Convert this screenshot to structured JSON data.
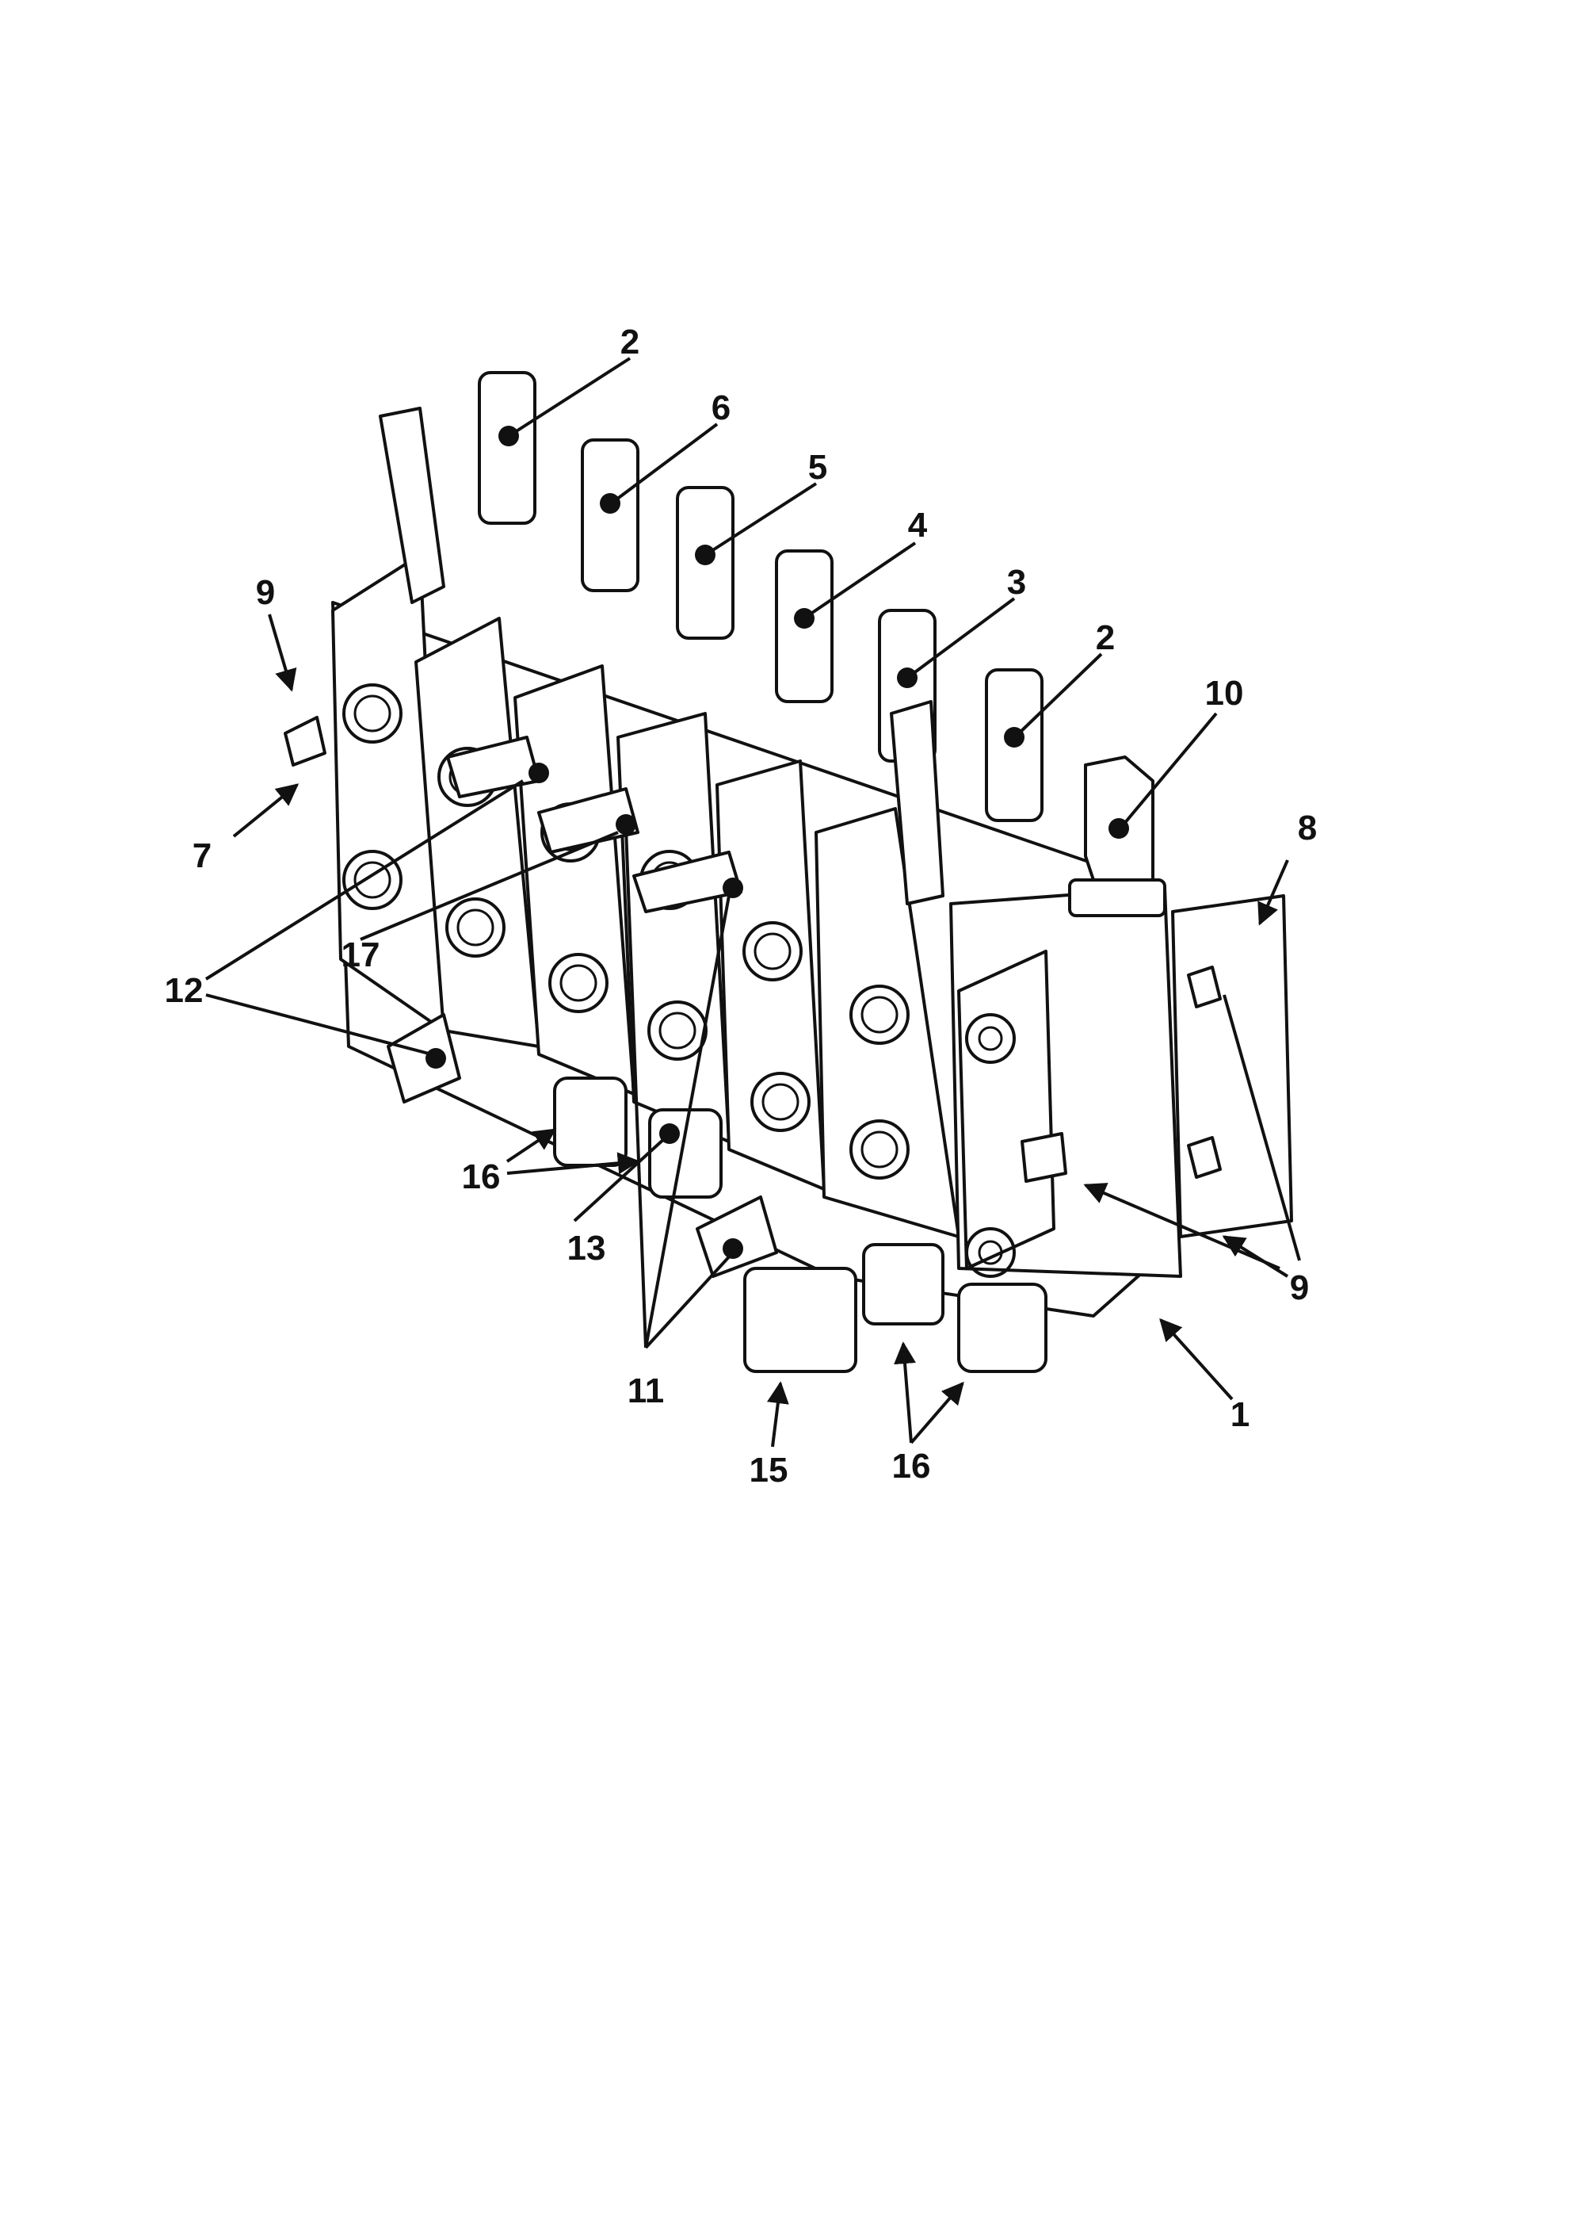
{
  "figure": {
    "subject": "hydraulic control valve assembly (exploded callout drawing)",
    "callouts": [
      {
        "id": "c2a",
        "label": "2"
      },
      {
        "id": "c6",
        "label": "6"
      },
      {
        "id": "c5",
        "label": "5"
      },
      {
        "id": "c4",
        "label": "4"
      },
      {
        "id": "c3",
        "label": "3"
      },
      {
        "id": "c2b",
        "label": "2"
      },
      {
        "id": "c10",
        "label": "10"
      },
      {
        "id": "c9a",
        "label": "9"
      },
      {
        "id": "c8",
        "label": "8"
      },
      {
        "id": "c7",
        "label": "7"
      },
      {
        "id": "c12",
        "label": "12"
      },
      {
        "id": "c17",
        "label": "17"
      },
      {
        "id": "c16a",
        "label": "16"
      },
      {
        "id": "c13",
        "label": "13"
      },
      {
        "id": "c11",
        "label": "11"
      },
      {
        "id": "c15",
        "label": "15"
      },
      {
        "id": "c16b",
        "label": "16"
      },
      {
        "id": "c1",
        "label": "1"
      },
      {
        "id": "c9b",
        "label": "9"
      }
    ]
  }
}
